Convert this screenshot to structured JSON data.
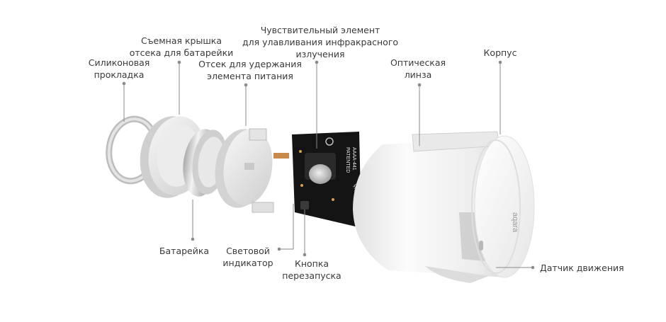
{
  "diagram": {
    "labels": {
      "silicone_gasket": [
        "Силиконовая",
        "прокладка"
      ],
      "battery_cover": [
        "Съемная крышка",
        "отсека для батарейки"
      ],
      "battery_holder": [
        "Отсек для удержания",
        "элемента питания"
      ],
      "ir_sensor": [
        "Чувствительный элемент",
        "для улавливания инфракрасного",
        "излучения"
      ],
      "optical_lens": [
        "Оптическая",
        "линза"
      ],
      "housing": [
        "Корпус"
      ],
      "battery": [
        "Батарейка"
      ],
      "led_indicator": [
        "Световой",
        "индикатор"
      ],
      "reset_button": [
        "Кнопка",
        "перезапуска"
      ],
      "motion_sensor": [
        "Датчик движения"
      ]
    },
    "pcb_text": {
      "line1": "AAAA-441",
      "line2": "PATENTED",
      "line3": "QR Codes"
    },
    "brand_mark": "aqara",
    "colors": {
      "leader_line": "#8a8a8a",
      "pcb": "#141414",
      "body": "#f2f2f2",
      "shadow": "#c8c8c8"
    }
  }
}
